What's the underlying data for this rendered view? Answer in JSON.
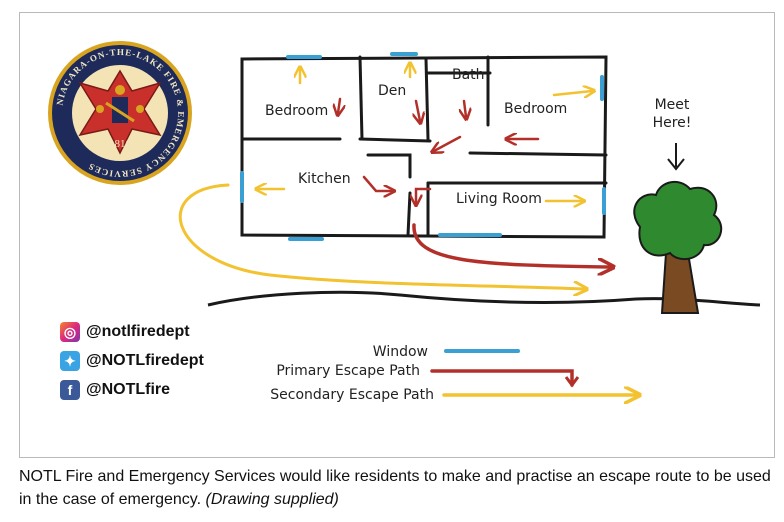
{
  "logo": {
    "ring_text": "NIAGARA-ON-THE-LAKE FIRE & EMERGENCY SERVICES",
    "year": "1816",
    "colors": {
      "ring": "#1d2a5a",
      "field": "#c9302c",
      "gold": "#d9a520"
    }
  },
  "rooms": {
    "bedroom_left": "Bedroom",
    "den": "Den",
    "bath": "Bath",
    "bedroom_right": "Bedroom",
    "kitchen": "Kitchen",
    "living_room": "Living Room"
  },
  "meet_here": {
    "line1": "Meet",
    "line2": "Here!"
  },
  "social": {
    "instagram": {
      "icon": "instagram-icon",
      "handle": "@notlfiredept"
    },
    "twitter": {
      "icon": "twitter-icon",
      "handle": "@NOTLfiredept"
    },
    "facebook": {
      "icon": "facebook-icon",
      "handle": "@NOTLfire"
    }
  },
  "legend": {
    "window": "Window",
    "primary": "Primary Escape Path",
    "secondary": "Secondary Escape Path"
  },
  "colors": {
    "window": "#3a9fd3",
    "primary": "#b3302a",
    "secondary": "#f2c230",
    "tree_canopy": "#2f8a2f",
    "tree_trunk": "#7a4a22"
  },
  "caption": {
    "text": "NOTL Fire and Emergency Services would like residents to make and practise an escape route to be used in the case of emergency.",
    "credit": "(Drawing supplied)"
  }
}
